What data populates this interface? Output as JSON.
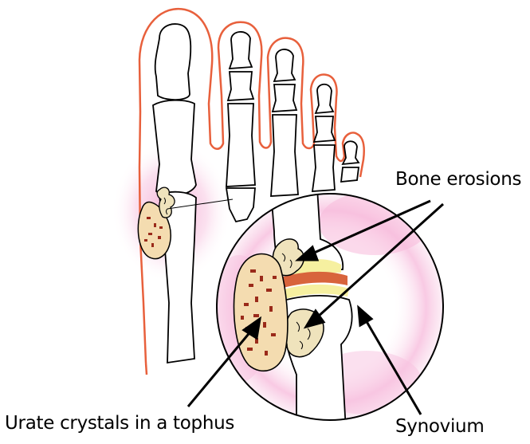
{
  "labels": {
    "bone_erosions": "Bone erosions",
    "urate_crystals": "Urate crystals in a tophus",
    "synovium": "Synovium"
  },
  "colors": {
    "skin_outline": "#e8603c",
    "inflammation": "#f4a6d0",
    "tophus_fill": "#f4dcb0",
    "crystal": "#9a2a1a",
    "cartilage": "#f6f0a0",
    "joint_space": "#d8643c",
    "erosion_fill": "#efe3bc"
  }
}
